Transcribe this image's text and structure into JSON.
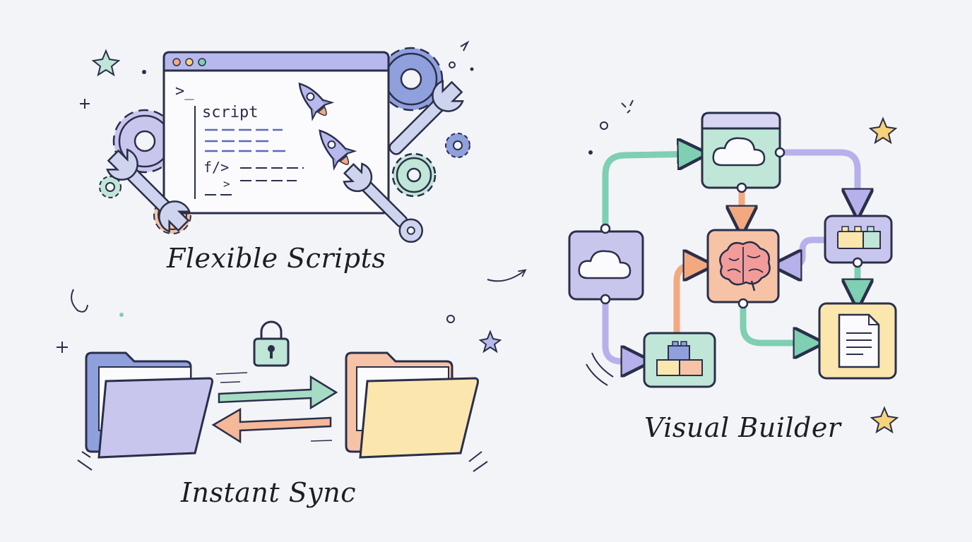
{
  "labels": {
    "flexible_scripts": "Flexible Scripts",
    "instant_sync": "Instant Sync",
    "visual_builder": "Visual Builder"
  },
  "terminal": {
    "prompt": ">_",
    "script_word": "script",
    "tag_text": "f/>",
    "caret": ">"
  },
  "colors": {
    "background": "#f3f4f8",
    "ink": "#2a2f4a",
    "lavender": "#c9c6ee",
    "mint": "#bfe6d6",
    "peach": "#f6c3a6",
    "butter": "#fbe6ad",
    "blue": "#8fa0dd"
  },
  "icons": [
    "terminal-window-icon",
    "gear-icon",
    "wrench-icon",
    "rocket-icon",
    "folder-icon",
    "padlock-icon",
    "cloud-icon",
    "brain-icon",
    "building-blocks-icon",
    "document-icon",
    "star-icon"
  ]
}
